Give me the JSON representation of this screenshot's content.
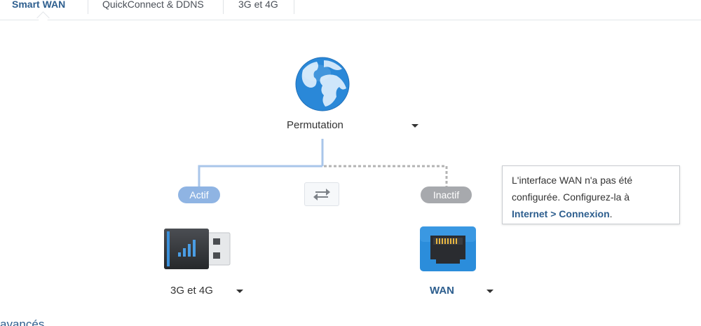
{
  "tabs": [
    {
      "label": "Smart WAN",
      "active": true
    },
    {
      "label": "QuickConnect & DDNS",
      "active": false
    },
    {
      "label": "3G et 4G",
      "active": false
    }
  ],
  "mode": {
    "label": "Permutation",
    "icon": "globe-icon"
  },
  "links": {
    "left": {
      "status": "Actif",
      "device_label": "3G et 4G",
      "icon": "usb-modem-icon"
    },
    "right": {
      "status": "Inactif",
      "device_label": "WAN",
      "icon": "ethernet-port-icon"
    }
  },
  "swap": {
    "icon": "swap-arrows-icon"
  },
  "tooltip": {
    "line1": "L'interface WAN n'a pas été",
    "line2": "configurée. Configurez-la à",
    "link": "Internet > Connexion",
    "end": "."
  },
  "footer": {
    "link": "avancés"
  },
  "colors": {
    "accent": "#2d5e8e",
    "active_line": "#a9c6ea",
    "inactive_line": "#b3b3b3",
    "active_pill": "#8fb4e3",
    "inactive_pill": "#a7a9ad"
  }
}
